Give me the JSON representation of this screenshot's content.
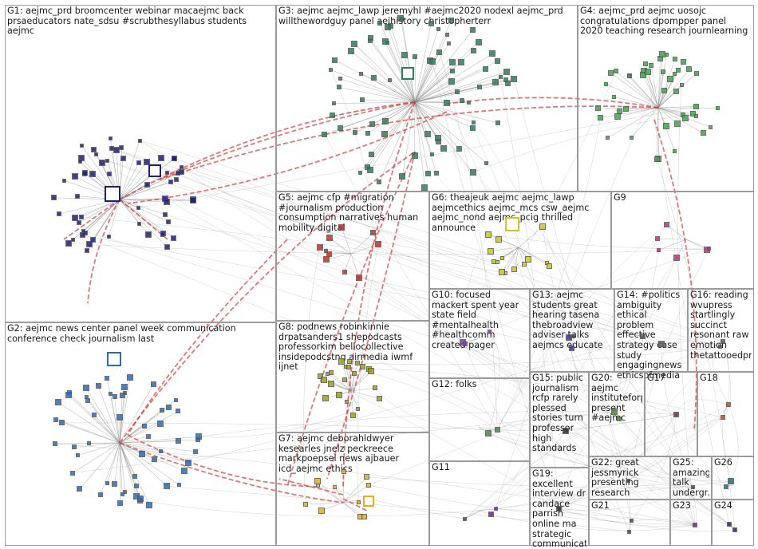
{
  "groups": [
    {
      "id": "G1",
      "color": "#1f1f7a",
      "label": "G1: aejmc_prd broomcenter webinar macaejmc back prsaeducators nate_sdsu #scrubthesyllabus students aejmc"
    },
    {
      "id": "G2",
      "color": "#2b6cb8",
      "label": "G2: aejmc news center panel week communication conference check journalism last"
    },
    {
      "id": "G3",
      "color": "#2e7d5b",
      "label": "G3: aejmc aejmc_lawp jeremyhl #aejmc2020 nodexl aejmc_prd willthewordguy panel aejhistory christopherterr"
    },
    {
      "id": "G4",
      "color": "#3aa84a",
      "label": "G4: aejmc_prd aejmc uosojc congratulations dpompper panel 2020 teaching research journlearning"
    },
    {
      "id": "G5",
      "color": "#c0302a",
      "label": "G5: aejmc cfp #migration #journalism production consumption narratives human mobility digital"
    },
    {
      "id": "G6",
      "color": "#c8c820",
      "label": "G6: theajeuk aejmc aejmc_lawp aejmcethics aejmc_mcs csw_aejmc aejmc_nond aejmc_pcig thrilled announce"
    },
    {
      "id": "G7",
      "color": "#e0b020",
      "label": "G7: aejmc deborahldwyer kesearles jnelz peckreece markpoepsel news ajbauer icd_aejmc ethics"
    },
    {
      "id": "G8",
      "color": "#9aa020",
      "label": "G8: podnews robinkinnie drpatsanders1 shepodcasts professorkim bellocollective insidepodcstng airmedia iwmf ijnet"
    },
    {
      "id": "G9",
      "color": "#c03080",
      "label": "G9"
    },
    {
      "id": "G10",
      "color": "#8040a0",
      "label": "G10: focused mackert spent year state field #mentalhealth #healthcomm created pager"
    },
    {
      "id": "G11",
      "color": "#6a2a8a",
      "label": "G11"
    },
    {
      "id": "G12",
      "color": "#4a8a4a",
      "label": "G12: folks"
    },
    {
      "id": "G13",
      "color": "#3a3a8a",
      "label": "G13: aejmc students great hearing tasena thebroadview adviser talks aejmcs educate"
    },
    {
      "id": "G14",
      "color": "#5a5a5a",
      "label": "G14: #politics ambiguity ethical problem effective strategy case study engagingnews ethicsofmedia"
    },
    {
      "id": "G15",
      "color": "#2a2a2a",
      "label": "G15: public journalism rcfp rarely plessed stories turn professor high standards"
    },
    {
      "id": "G16",
      "color": "#5a5a5a",
      "label": "G16: reading wvupress startlingly succinct resonant raw emotion thetattooedpr..."
    },
    {
      "id": "G17",
      "color": "#8a2a4a",
      "label": "G17"
    },
    {
      "id": "G18",
      "color": "#c05020",
      "label": "G18"
    },
    {
      "id": "G19",
      "color": "#2a2a2a",
      "label": "G19: excellent interview dr candace parrish online ma strategic communicat..."
    },
    {
      "id": "G20",
      "color": "#5a8a2a",
      "label": "G20: aejmc instituteforpr present #aejmc"
    },
    {
      "id": "G21",
      "color": "#4a4a4a",
      "label": "G21"
    },
    {
      "id": "G22",
      "color": "#3a3a3a",
      "label": "G22: great jessmyrick presenting research"
    },
    {
      "id": "G23",
      "color": "#7a2a7a",
      "label": "G23"
    },
    {
      "id": "G24",
      "color": "#2a2a6a",
      "label": "G24"
    },
    {
      "id": "G25",
      "color": "#4a4a4a",
      "label": "G25: amazing talk undergr..."
    },
    {
      "id": "G26",
      "color": "#2a6a8a",
      "label": "G26"
    }
  ],
  "hubs": [
    {
      "group": "G1",
      "kind": "b-logo"
    },
    {
      "group": "G1",
      "kind": "prd-logo"
    },
    {
      "group": "G2",
      "kind": "md-logo"
    },
    {
      "group": "G3",
      "kind": "photo"
    },
    {
      "group": "G6",
      "kind": "nond-logo"
    },
    {
      "group": "G7",
      "kind": "sign"
    }
  ]
}
